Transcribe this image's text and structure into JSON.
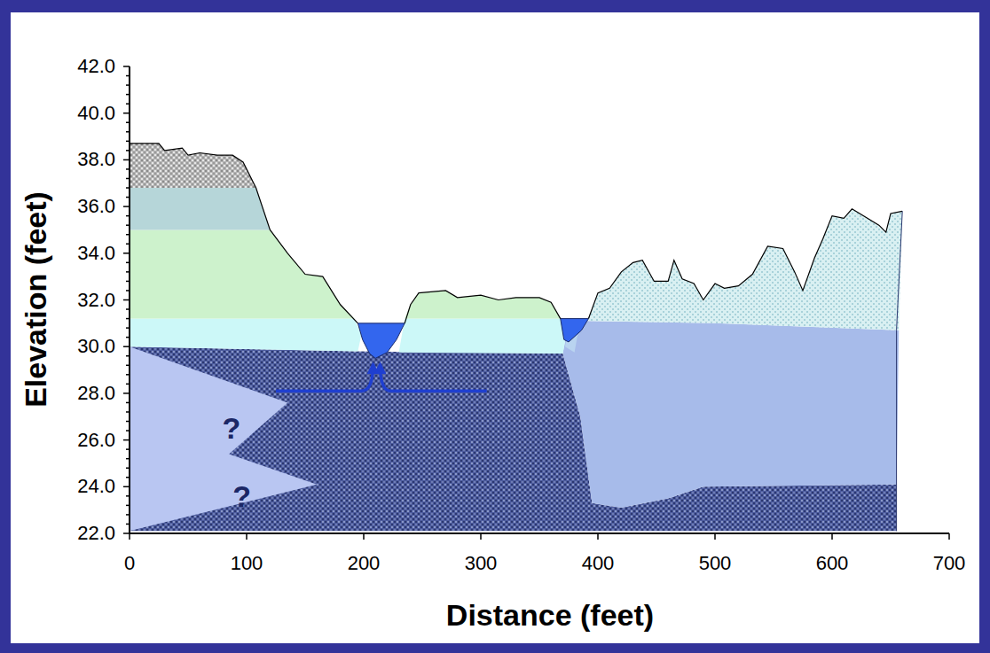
{
  "diagram": {
    "labels": [
      "42.0",
      "40.0",
      "38.0",
      "36.0",
      "34.0",
      "32.0",
      "30.0",
      "28.0",
      "26.0",
      "24.0",
      "22.0",
      "0",
      "100",
      "200",
      "300",
      "400",
      "500",
      "600",
      "700",
      "Elevation (feet)",
      "Distance (feet)",
      "?",
      "?"
    ]
  }
}
